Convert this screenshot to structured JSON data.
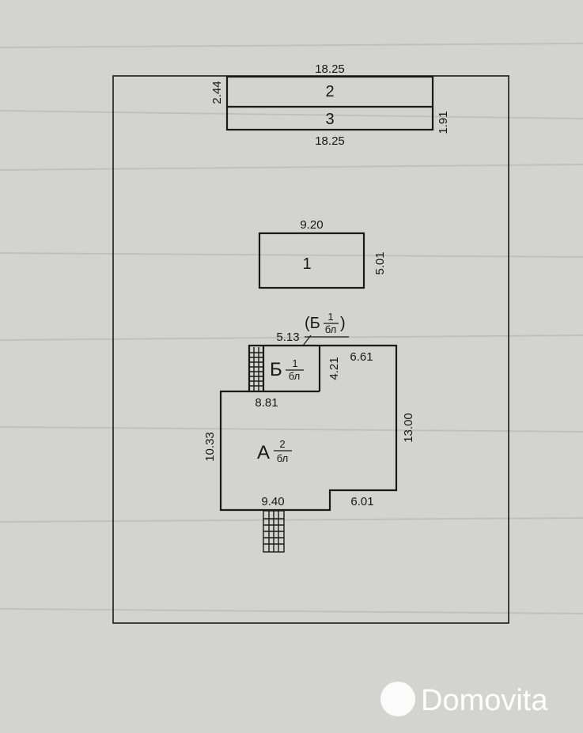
{
  "plan": {
    "shed_top": {
      "number": "2",
      "length_top": "18.25",
      "width": "2.44"
    },
    "shed_bottom": {
      "number": "3",
      "length_bottom": "18.25",
      "width": "1.91"
    },
    "building_1": {
      "number": "1",
      "length": "9.20",
      "width": "5.01"
    },
    "annex_b": {
      "letter": "Б",
      "floors": "1",
      "material": "бл",
      "parenthetical_open": "(Б",
      "parenthetical_close": ")",
      "length": "5.13",
      "width": "4.21"
    },
    "house_a": {
      "letter": "А",
      "floors": "2",
      "material": "бл",
      "dim_top_right": "6.61",
      "dim_right": "13.00",
      "dim_inner_top": "8.81",
      "dim_left": "10.33",
      "dim_bottom_left": "9.40",
      "dim_bottom_right": "6.01"
    }
  },
  "watermark": {
    "brand": "Domovita"
  }
}
